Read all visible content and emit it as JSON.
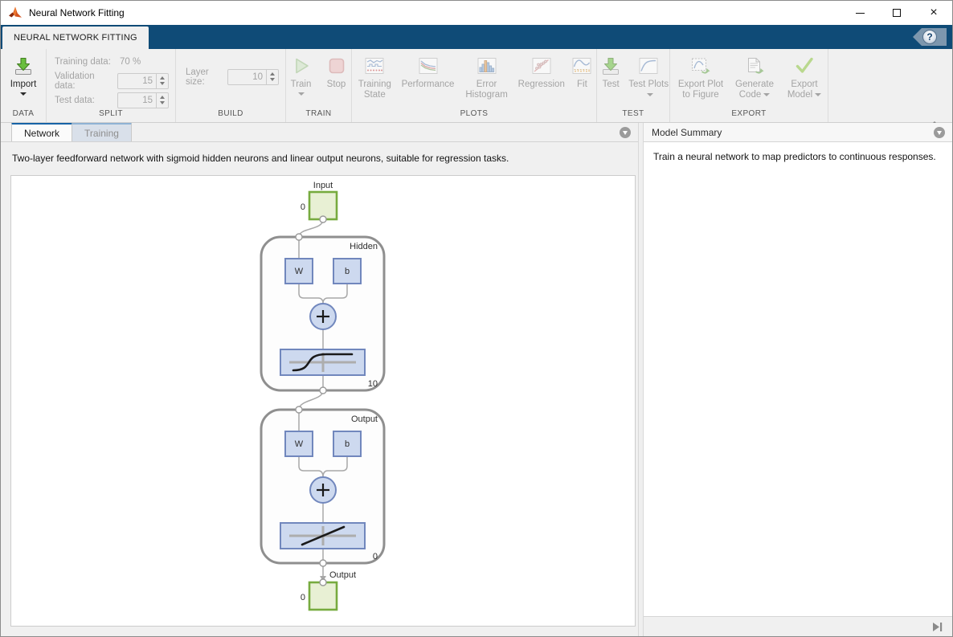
{
  "window": {
    "title": "Neural Network Fitting"
  },
  "ribbon": {
    "tab_label": "NEURAL NETWORK FITTING",
    "help_glyph": "?"
  },
  "toolbar": {
    "data": {
      "section_label": "DATA",
      "import_label": "Import"
    },
    "split": {
      "section_label": "SPLIT",
      "rows": [
        {
          "label": "Training data:",
          "value": "70 %"
        },
        {
          "label": "Validation data:",
          "value": "15"
        },
        {
          "label": "Test data:",
          "value": "15"
        }
      ]
    },
    "build": {
      "section_label": "BUILD",
      "layer_size_label": "Layer size:",
      "layer_size_value": "10"
    },
    "train": {
      "section_label": "TRAIN",
      "train_label": "Train",
      "stop_label": "Stop"
    },
    "plots": {
      "section_label": "PLOTS",
      "items": [
        "Training State",
        "Performance",
        "Error Histogram",
        "Regression",
        "Fit"
      ]
    },
    "test": {
      "section_label": "TEST",
      "test_label": "Test",
      "test_plots_label": "Test Plots"
    },
    "export": {
      "section_label": "EXPORT",
      "export_plot_label": "Export Plot to Figure",
      "generate_code_label": "Generate Code",
      "export_model_label": "Export Model"
    }
  },
  "left_panel": {
    "tabs": [
      "Network",
      "Training"
    ],
    "description": "Two-layer feedforward network with sigmoid hidden neurons and linear output neurons, suitable for regression tasks."
  },
  "right_panel": {
    "title": "Model Summary",
    "description": "Train a neural network to map predictors to continuous responses."
  },
  "diagram": {
    "input": {
      "label": "Input",
      "size": "0"
    },
    "hidden": {
      "label": "Hidden",
      "w": "W",
      "b": "b",
      "size": "10"
    },
    "output_layer": {
      "label": "Output",
      "w": "W",
      "b": "b",
      "size": "0"
    },
    "output_node": {
      "label": "Output",
      "size": "0"
    }
  },
  "icons": {
    "app": "matlab-logo",
    "import": "green-arrow-into-tray",
    "train": "play-triangle",
    "stop": "red-square",
    "test": "green-arrow-into-tray",
    "export_model": "green-checkmark",
    "panel_collapse": "circle-down-arrow",
    "ribbon_collapse": "triangle-up-bar",
    "expand_right": "play-to-bar"
  },
  "colors": {
    "ribbon_bar": "#0f4b77",
    "active_tab_accent": "#1763a7",
    "inactive_tab_accent": "#8fb2d4",
    "node_green_border": "#77ab3f",
    "node_green_fill": "#e8f0d4",
    "box_blue_border": "#7187bd",
    "box_blue_fill": "#cdd9ef",
    "block_gray": "#8f8f8f",
    "import_green": "#5cb338",
    "disabled_text": "#a4a4a4"
  }
}
